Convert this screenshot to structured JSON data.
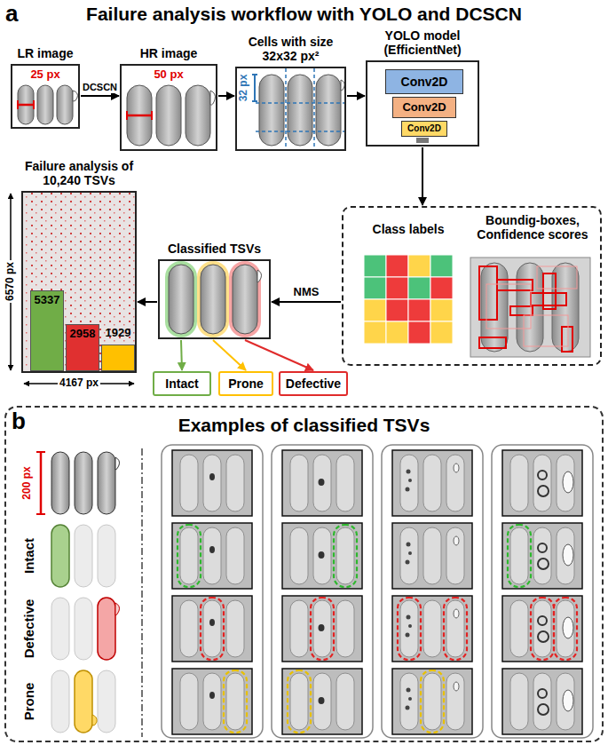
{
  "diagram": {
    "title": "Failure analysis workflow with YOLO and DCSCN",
    "nodes": [
      {
        "text": [
          "LR image",
          "25 px"
        ]
      },
      {
        "text": [
          "HR image",
          "50 px"
        ]
      },
      {
        "text": [
          "Cells with size 32x32 px²",
          "32 px"
        ]
      },
      {
        "text": [
          "YOLO model (EfficientNet)"
        ]
      },
      {
        "text": [
          "Conv2D"
        ],
        "in": 3
      },
      {
        "text": [
          "Conv2D"
        ],
        "in": 3
      },
      {
        "text": [
          "Conv2D"
        ],
        "in": 3
      },
      {
        "text": [
          "Class labels",
          "Boundig-boxes, Confidence scores"
        ]
      },
      {
        "text": [
          "Classified TSVs"
        ]
      },
      {
        "text": [
          "Intact"
        ]
      },
      {
        "text": [
          "Prone"
        ]
      },
      {
        "text": [
          "Defective"
        ]
      },
      {
        "text": [
          "Failure analysis of 10,240 TSVs"
        ]
      },
      {
        "text": [
          "5337"
        ],
        "in": 12
      },
      {
        "text": [
          "2958"
        ],
        "in": 12
      },
      {
        "text": [
          "1929"
        ],
        "in": 12
      },
      {
        "text": [
          "Examples of classified TSVs"
        ]
      }
    ],
    "edges": [
      {
        "from": 0,
        "to": 1,
        "label": "DCSCN",
        "arrow": "to"
      },
      {
        "from": 1,
        "to": 2,
        "arrow": "to"
      },
      {
        "from": 2,
        "to": 3,
        "arrow": "to"
      },
      {
        "from": 3,
        "to": 7,
        "arrow": "to"
      },
      {
        "from": 7,
        "to": 8,
        "label": "NMS",
        "arrow": "to"
      },
      {
        "from": 8,
        "to": 9,
        "arrow": "to"
      },
      {
        "from": 8,
        "to": 10,
        "arrow": "to"
      },
      {
        "from": 8,
        "to": 11,
        "arrow": "to"
      },
      {
        "from": 8,
        "to": 12,
        "arrow": "to"
      }
    ],
    "labels": [
      "a",
      "6570 px",
      "4167 px",
      "b",
      "200 px",
      "Intact",
      "Defective",
      "Prone"
    ]
  }
}
